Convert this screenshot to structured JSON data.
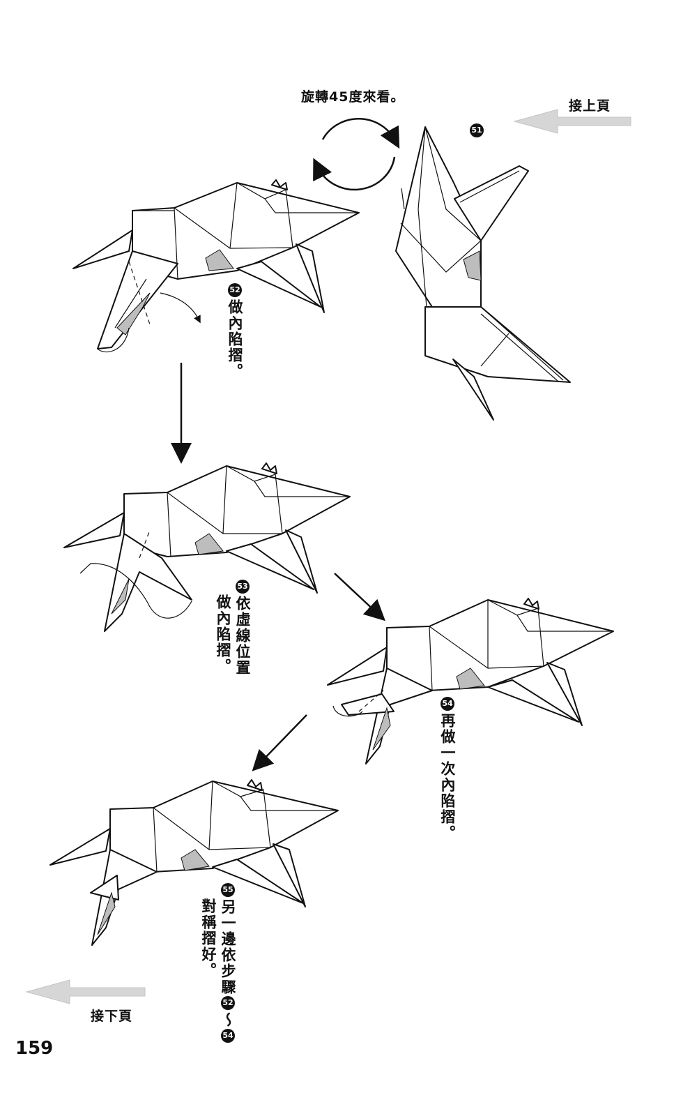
{
  "page": {
    "page_number": "159",
    "continue_from": "接上頁",
    "continue_to": "接下頁",
    "rotate_note": "旋轉45度來看。"
  },
  "steps": [
    {
      "number": "51",
      "lines": []
    },
    {
      "number": "52",
      "lines": [
        "做內陷摺。"
      ]
    },
    {
      "number": "53",
      "lines": [
        "依虛線位置",
        "做內陷摺。"
      ]
    },
    {
      "number": "54",
      "lines": [
        "再做一次內陷摺。"
      ]
    },
    {
      "number": "55",
      "lines": [
        "另一邊依步驟",
        "對稱摺好。"
      ],
      "range_from": "52",
      "range_sep": "～",
      "range_to": "54"
    }
  ],
  "icons": {
    "rotate": "rotate-arrows-icon",
    "continue_prev": "left-arrow-icon",
    "continue_next": "left-arrow-icon",
    "flow": "down-arrow-icon"
  },
  "colors": {
    "ink": "#111111",
    "shade": "#bdbdbd",
    "nav_arrow": "#d6d6d6"
  }
}
